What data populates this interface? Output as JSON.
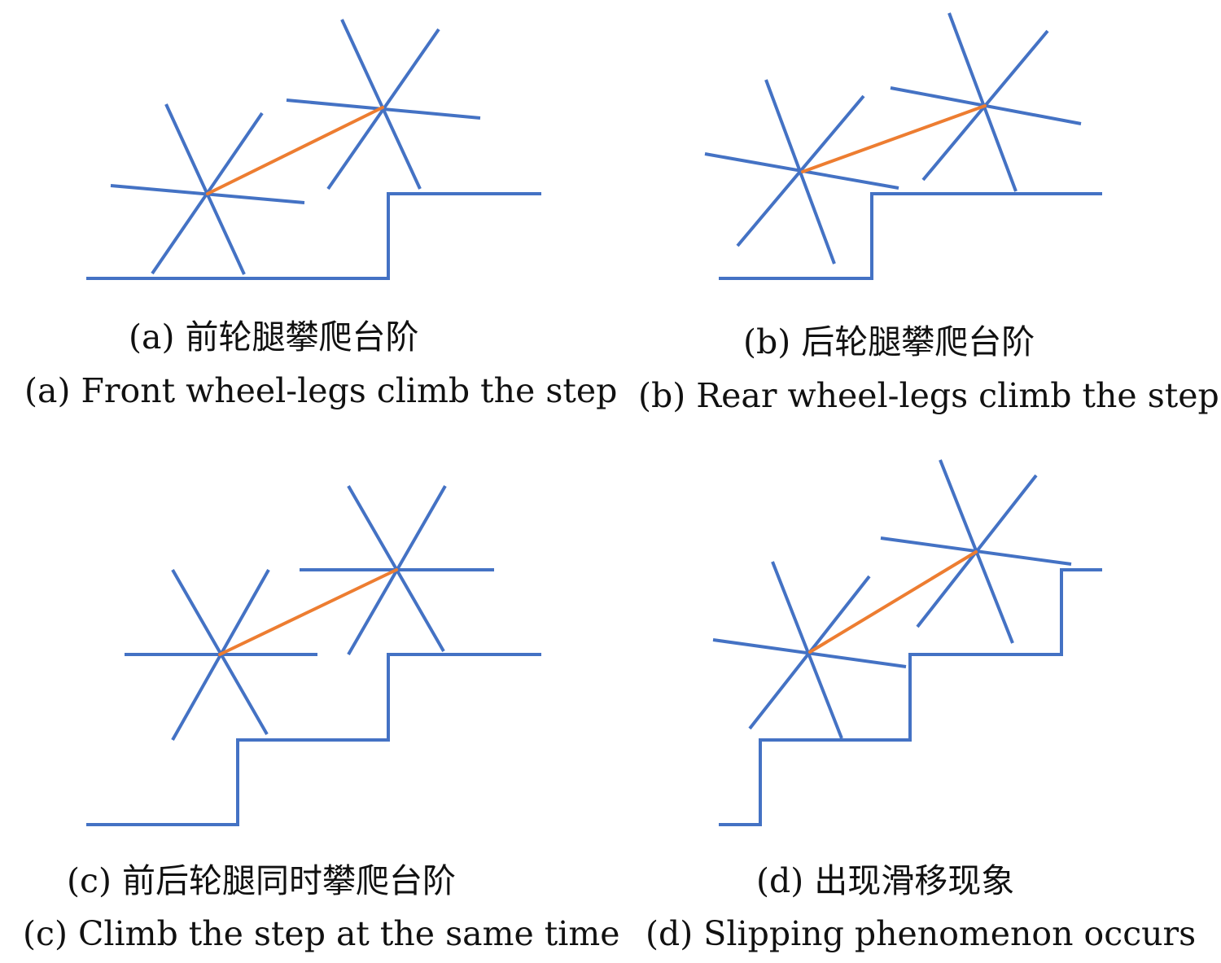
{
  "colors": {
    "structure": "#4472C4",
    "link": "#ED7D31",
    "text": "#111111"
  },
  "panels": [
    {
      "id": "a",
      "caption_cn": "(a) 前轮腿攀爬台阶",
      "caption_en": "(a) Front wheel-legs climb the step"
    },
    {
      "id": "b",
      "caption_cn": "(b) 后轮腿攀爬台阶",
      "caption_en": "(b) Rear wheel-legs climb the step"
    },
    {
      "id": "c",
      "caption_cn": "(c) 前后轮腿同时攀爬台阶",
      "caption_en": "(c) Climb the step at the same time"
    },
    {
      "id": "d",
      "caption_cn": "(d) 出现滑移现象",
      "caption_en": "(d) Slipping phenomenon occurs"
    }
  ]
}
